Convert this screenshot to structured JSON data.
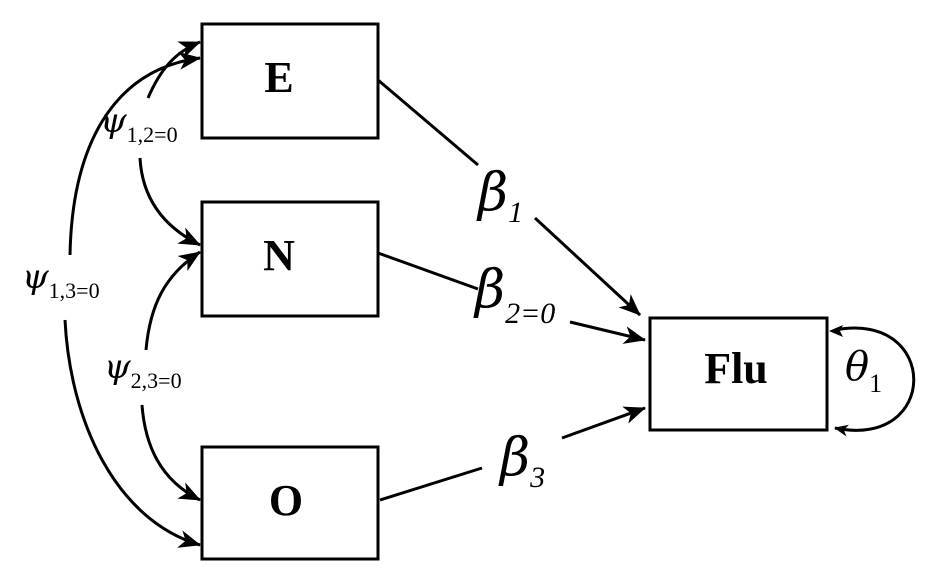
{
  "nodes": {
    "e": "E",
    "n": "N",
    "o": "O",
    "flu": "Flu"
  },
  "edges": {
    "beta1": {
      "symbol": "β",
      "subscript": "1"
    },
    "beta2": {
      "symbol": "β",
      "subscript": "2=0"
    },
    "beta3": {
      "symbol": "β",
      "subscript": "3"
    },
    "psi12": {
      "symbol": "ψ",
      "subscript": "1,2=0"
    },
    "psi23": {
      "symbol": "ψ",
      "subscript": "2,3=0"
    },
    "psi13": {
      "symbol": "ψ",
      "subscript": "1,3=0"
    },
    "theta1": {
      "symbol": "θ",
      "subscript": "1"
    }
  }
}
